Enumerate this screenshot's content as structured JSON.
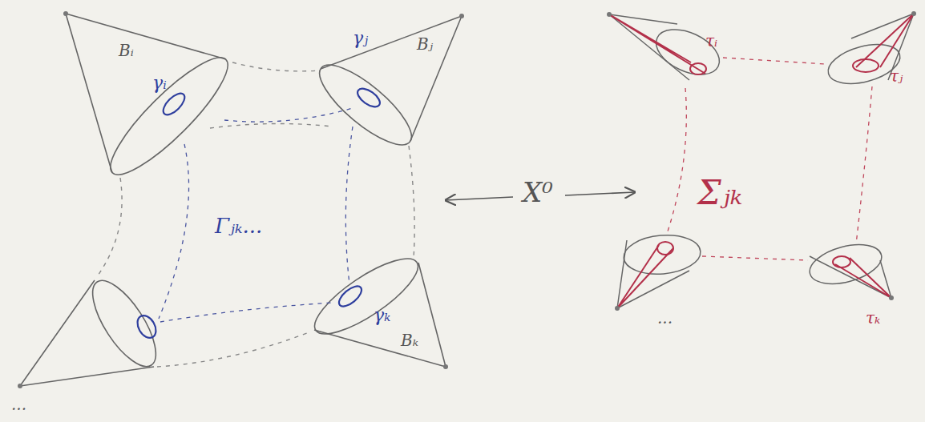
{
  "diagram": {
    "labels": [
      "Bᵢ",
      "γᵢ",
      "Bⱼ",
      "γⱼ",
      "Γⱼₖ...",
      "γₖ",
      "Bₖ",
      "X⁰",
      "τᵢ",
      "Σⱼₖ",
      "τⱼ",
      "τₖ",
      "...",
      "..."
    ]
  }
}
